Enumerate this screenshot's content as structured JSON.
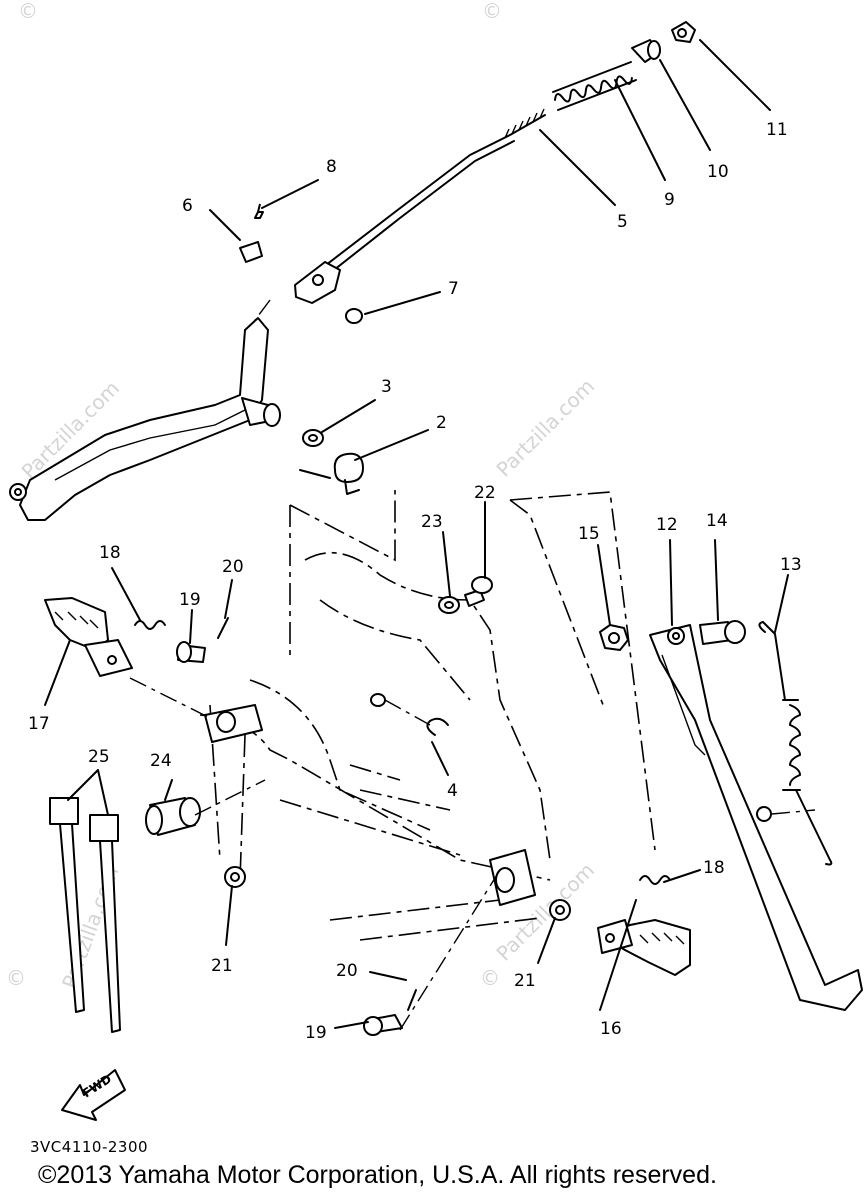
{
  "diagram": {
    "callouts": [
      {
        "id": "c1",
        "label": "11"
      },
      {
        "id": "c2",
        "label": "10"
      },
      {
        "id": "c3",
        "label": "9"
      },
      {
        "id": "c4",
        "label": "5"
      },
      {
        "id": "c5",
        "label": "8"
      },
      {
        "id": "c6",
        "label": "6"
      },
      {
        "id": "c7",
        "label": "7"
      },
      {
        "id": "c8",
        "label": "3"
      },
      {
        "id": "c9",
        "label": "2"
      },
      {
        "id": "c10",
        "label": "22"
      },
      {
        "id": "c11",
        "label": "23"
      },
      {
        "id": "c12",
        "label": "15"
      },
      {
        "id": "c13",
        "label": "12"
      },
      {
        "id": "c14",
        "label": "14"
      },
      {
        "id": "c15",
        "label": "13"
      },
      {
        "id": "c16",
        "label": "18"
      },
      {
        "id": "c17",
        "label": "20"
      },
      {
        "id": "c18",
        "label": "19"
      },
      {
        "id": "c19",
        "label": "17"
      },
      {
        "id": "c20",
        "label": "4"
      },
      {
        "id": "c21",
        "label": "25"
      },
      {
        "id": "c22",
        "label": "24"
      },
      {
        "id": "c23",
        "label": "21"
      },
      {
        "id": "c24",
        "label": "18"
      },
      {
        "id": "c25",
        "label": "21"
      },
      {
        "id": "c26",
        "label": "20"
      },
      {
        "id": "c27",
        "label": "19"
      },
      {
        "id": "c28",
        "label": "16"
      }
    ],
    "fwd_label": "FWD",
    "watermark": "Partzilla.com",
    "watermark_mark": "©"
  },
  "footer": {
    "diagram_code": "3VC4110-2300",
    "copyright": "©2013  Yamaha Motor Corporation, U.S.A. All rights reserved."
  }
}
